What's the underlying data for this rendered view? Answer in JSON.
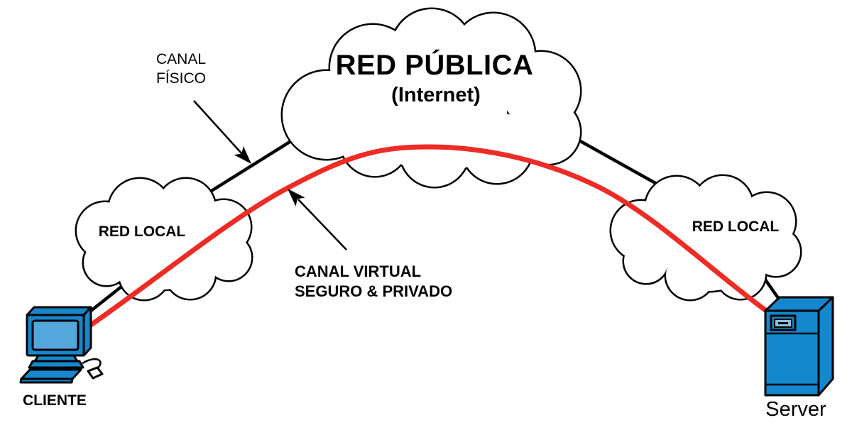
{
  "public_cloud": {
    "title": "RED PÚBLICA",
    "subtitle": "(Internet)"
  },
  "left_cloud": {
    "label": "RED LOCAL"
  },
  "right_cloud": {
    "label": "RED LOCAL"
  },
  "client": {
    "label": "CLIENTE"
  },
  "server": {
    "label": "Server"
  },
  "physical_channel": {
    "label_line1": "CANAL",
    "label_line2": "FÍSICO"
  },
  "virtual_channel": {
    "label_line1": "CANAL VIRTUAL",
    "label_line2": "SEGURO & PRIVADO"
  },
  "colors": {
    "virtual_channel_red": "#EE2B24",
    "physical_channel_black": "#000000",
    "device_blue": "#1587CD",
    "screen_blue": "#55A6DA",
    "panel_blue": "#8CBEDF",
    "cloud_fill": "#FFFFFF",
    "outline": "#000000"
  }
}
